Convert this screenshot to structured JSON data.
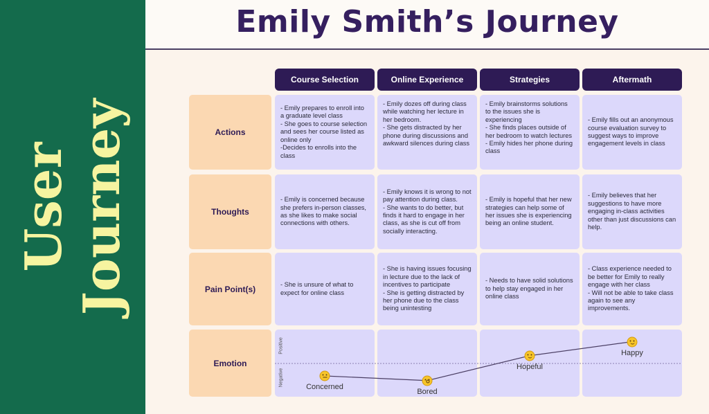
{
  "sidebar": {
    "line1": "User",
    "line2": "Journey"
  },
  "header": {
    "title": "Emily Smith’s Journey"
  },
  "stages": [
    "Course Selection",
    "Online Experience",
    "Strategies",
    "Aftermath"
  ],
  "rows": [
    {
      "label": "Actions",
      "cells": [
        "- Emily prepares to enroll into a graduate level class\n- She goes to course selection and sees her course listed as online only\n-Decides to enrolls into the class",
        "- Emily dozes off during class while watching her lecture in her bedroom.\n- She gets distracted by her phone during discussions and awkward silences during class",
        "- Emily brainstorms solutions to the issues she is experiencing\n- She finds places outside of her bedroom to watch lectures\n- Emily hides her phone during class",
        "- Emily fills out an anonymous course evaluation survey to suggest ways to improve engagement levels in class"
      ]
    },
    {
      "label": "Thoughts",
      "cells": [
        " - Emily is concerned because she prefers in-person classes, as she likes to make social connections with others.",
        "- Emily knows it is wrong to not pay attention during class.\n- She wants to do better, but finds it hard to engage in her class, as she is cut off from socially interacting.",
        "- Emily is hopeful that her new strategies can help some of her issues she is experiencing being an online student.",
        "- Emily believes that her suggestions to have more engaging in-class activities other than just discussions can help."
      ]
    },
    {
      "label": "Pain Point(s)",
      "cells": [
        "- She is unsure of what to expect for online class",
        "- She is having issues focusing in lecture due to the lack of incentives to participate\n- She is getting distracted by her phone due to the class being unintesting",
        "- Needs to have solid solutions to help stay engaged in her online class",
        "- Class experience needed to be better for Emily to really engage with her class\n- Will not be able to take class again to see any improvements."
      ]
    }
  ],
  "emotion": {
    "label": "Emotion",
    "axis_positive": "Positive",
    "axis_negative": "Negative",
    "points": [
      {
        "label": "Concerned",
        "icon": "worried-face-icon",
        "level": -0.4
      },
      {
        "label": "Bored",
        "icon": "bored-face-icon",
        "level": -0.55
      },
      {
        "label": "Hopeful",
        "icon": "smiling-face-icon",
        "level": 0.25
      },
      {
        "label": "Happy",
        "icon": "grinning-face-icon",
        "level": 0.7
      }
    ]
  },
  "colors": {
    "sidebar": "#146b4c",
    "sidebar_text": "#f6f4a0",
    "header_text": "#351f5f",
    "stage_bg": "#2e1b55",
    "row_label_bg": "#fbd8b2",
    "cell_bg": "#dcd8fb"
  }
}
